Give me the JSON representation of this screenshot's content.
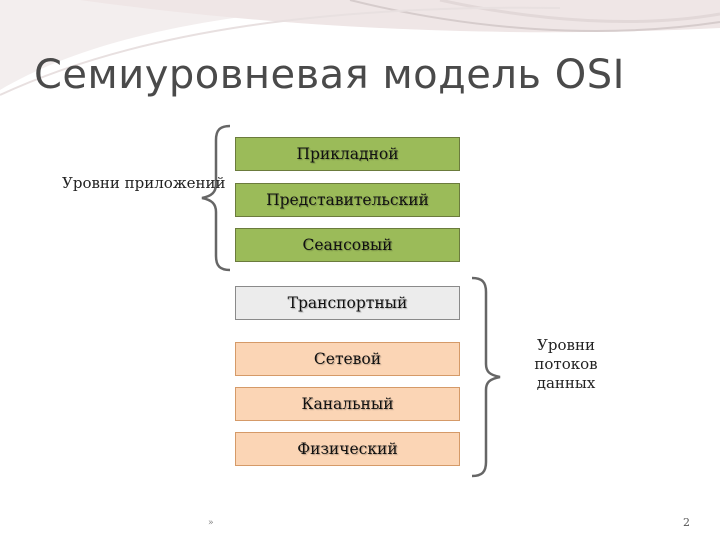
{
  "slide": {
    "title": "Семиуровневая модель OSI",
    "page_number": "2",
    "footer_mark": "»"
  },
  "colors": {
    "application_layers": "#9bbb59",
    "transport_layer": "#ececec",
    "data_layers": "#fbd5b5",
    "title": "#4a4a4a"
  },
  "layers": [
    "Прикладной",
    "Представительский",
    "Сеансовый",
    "Транспортный",
    "Сетевой",
    "Канальный",
    "Физический"
  ],
  "groups": {
    "application": "Уровни приложений",
    "data_flow": "Уровни потоков данных"
  }
}
